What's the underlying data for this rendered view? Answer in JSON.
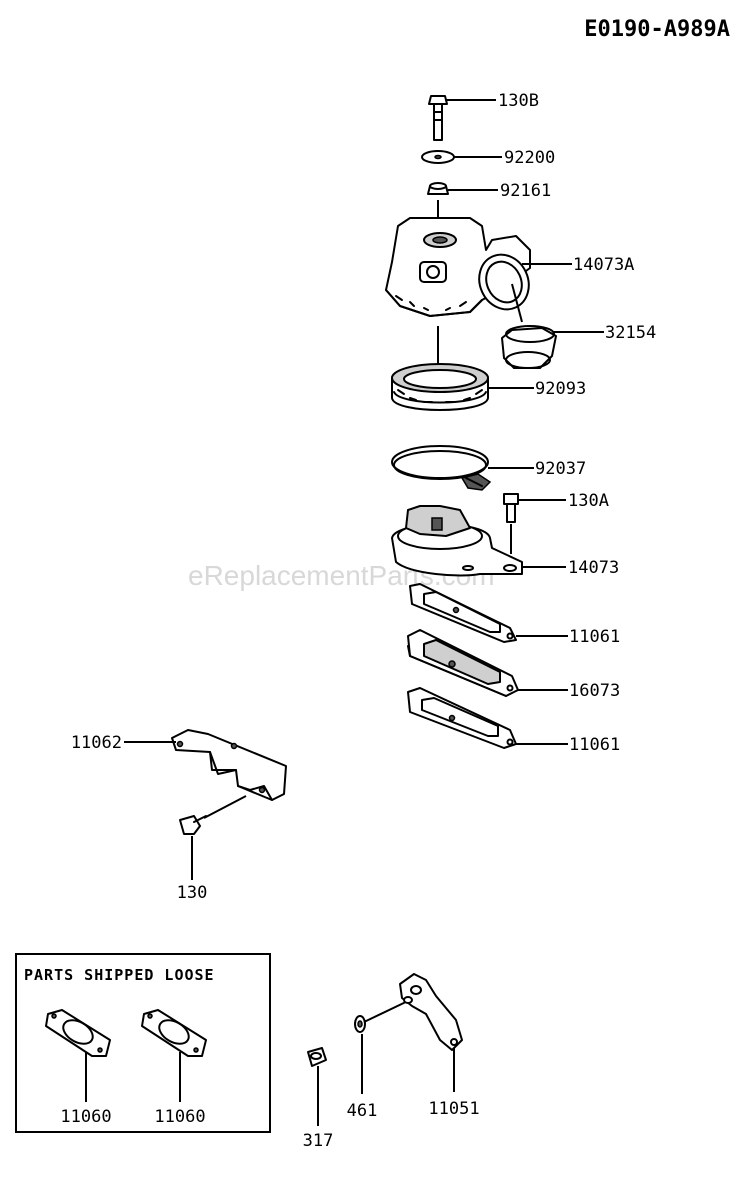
{
  "diagram_code": "E0190-A989A",
  "watermark": "eReplacementParts.com",
  "parts_box_title": "PARTS SHIPPED LOOSE",
  "parts": {
    "p130B": "130B",
    "p92200": "92200",
    "p92161": "92161",
    "p14073A": "14073A",
    "p32154": "32154",
    "p92093": "92093",
    "p92037": "92037",
    "p130A": "130A",
    "p14073": "14073",
    "p11061a": "11061",
    "p16073": "16073",
    "p11061b": "11061",
    "p11062": "11062",
    "p130": "130",
    "p11060a": "11060",
    "p11060b": "11060",
    "p317": "317",
    "p461": "461",
    "p11051": "11051"
  }
}
